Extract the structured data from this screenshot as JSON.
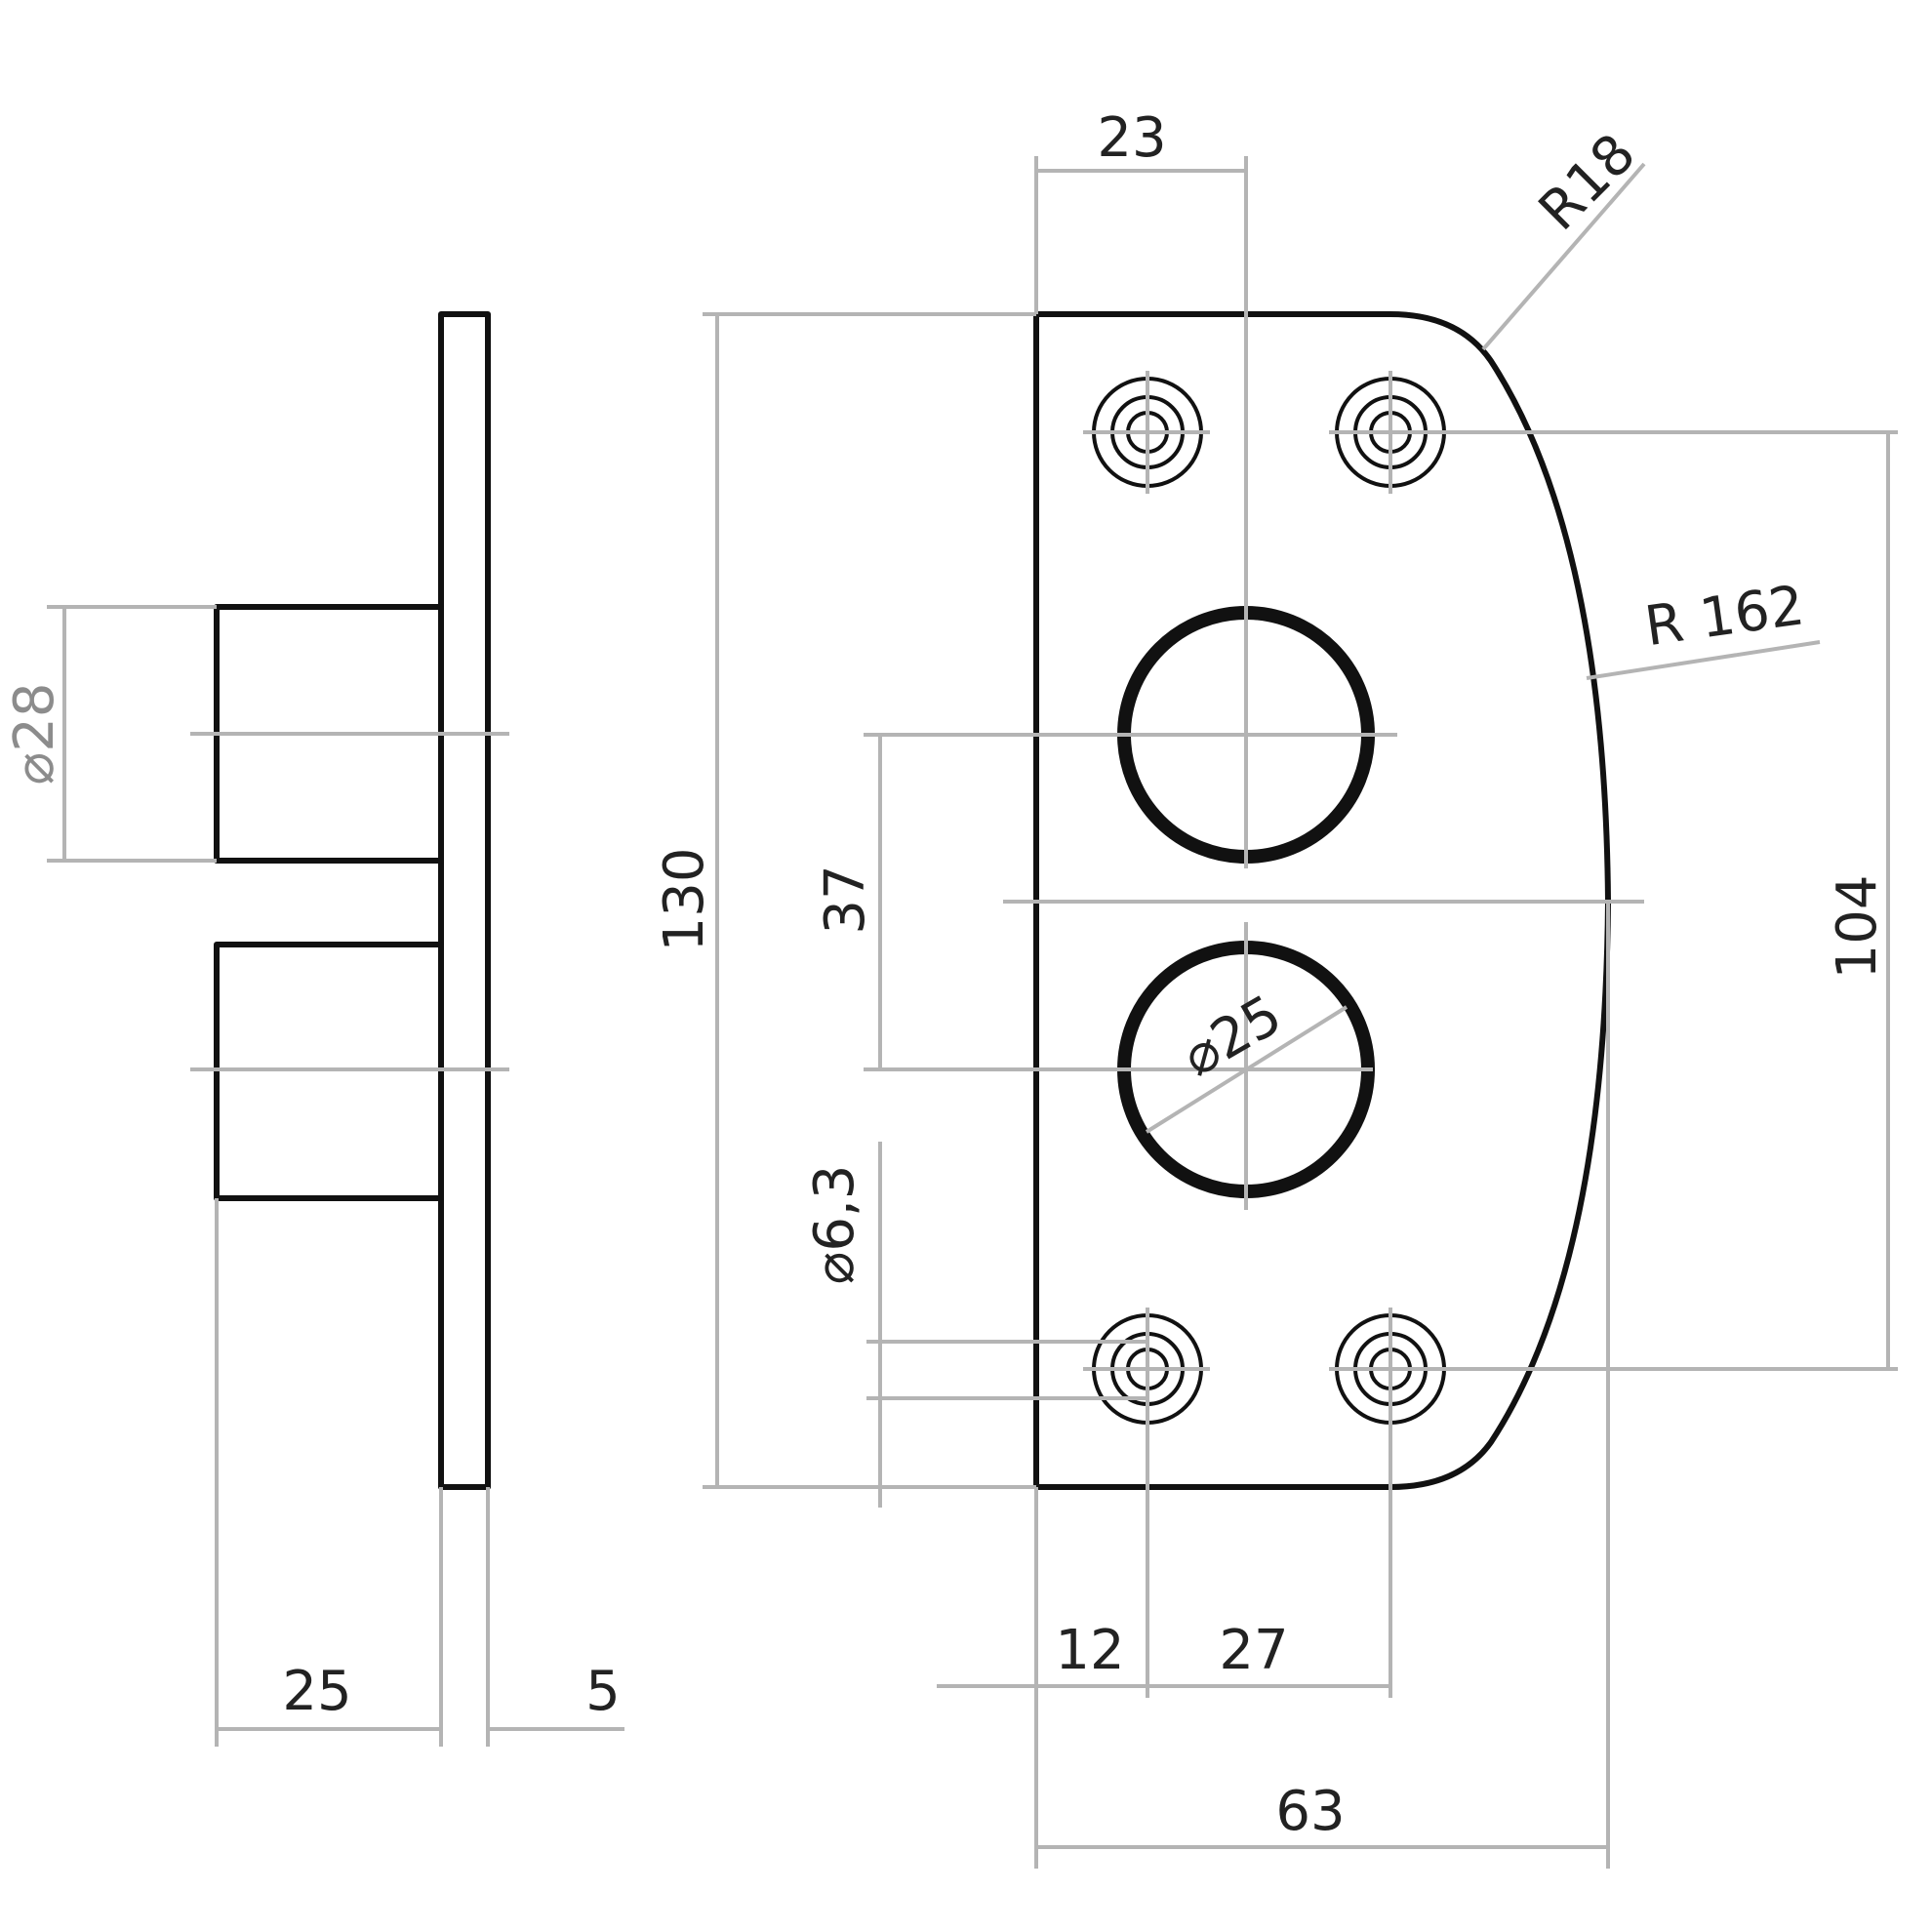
{
  "dimensions": {
    "side_diameter": "⌀28",
    "side_depth": "25",
    "plate_thickness": "5",
    "height_total": "130",
    "hole_spacing": "37",
    "screw_diameter": "⌀6,3",
    "screw_offset_x": "12",
    "screw_spacing_x": "27",
    "width_total": "63",
    "center_offset_top": "23",
    "corner_radius": "R18",
    "edge_radius": "R 162",
    "screw_spacing_y": "104",
    "hole_diameter": "⌀25"
  }
}
